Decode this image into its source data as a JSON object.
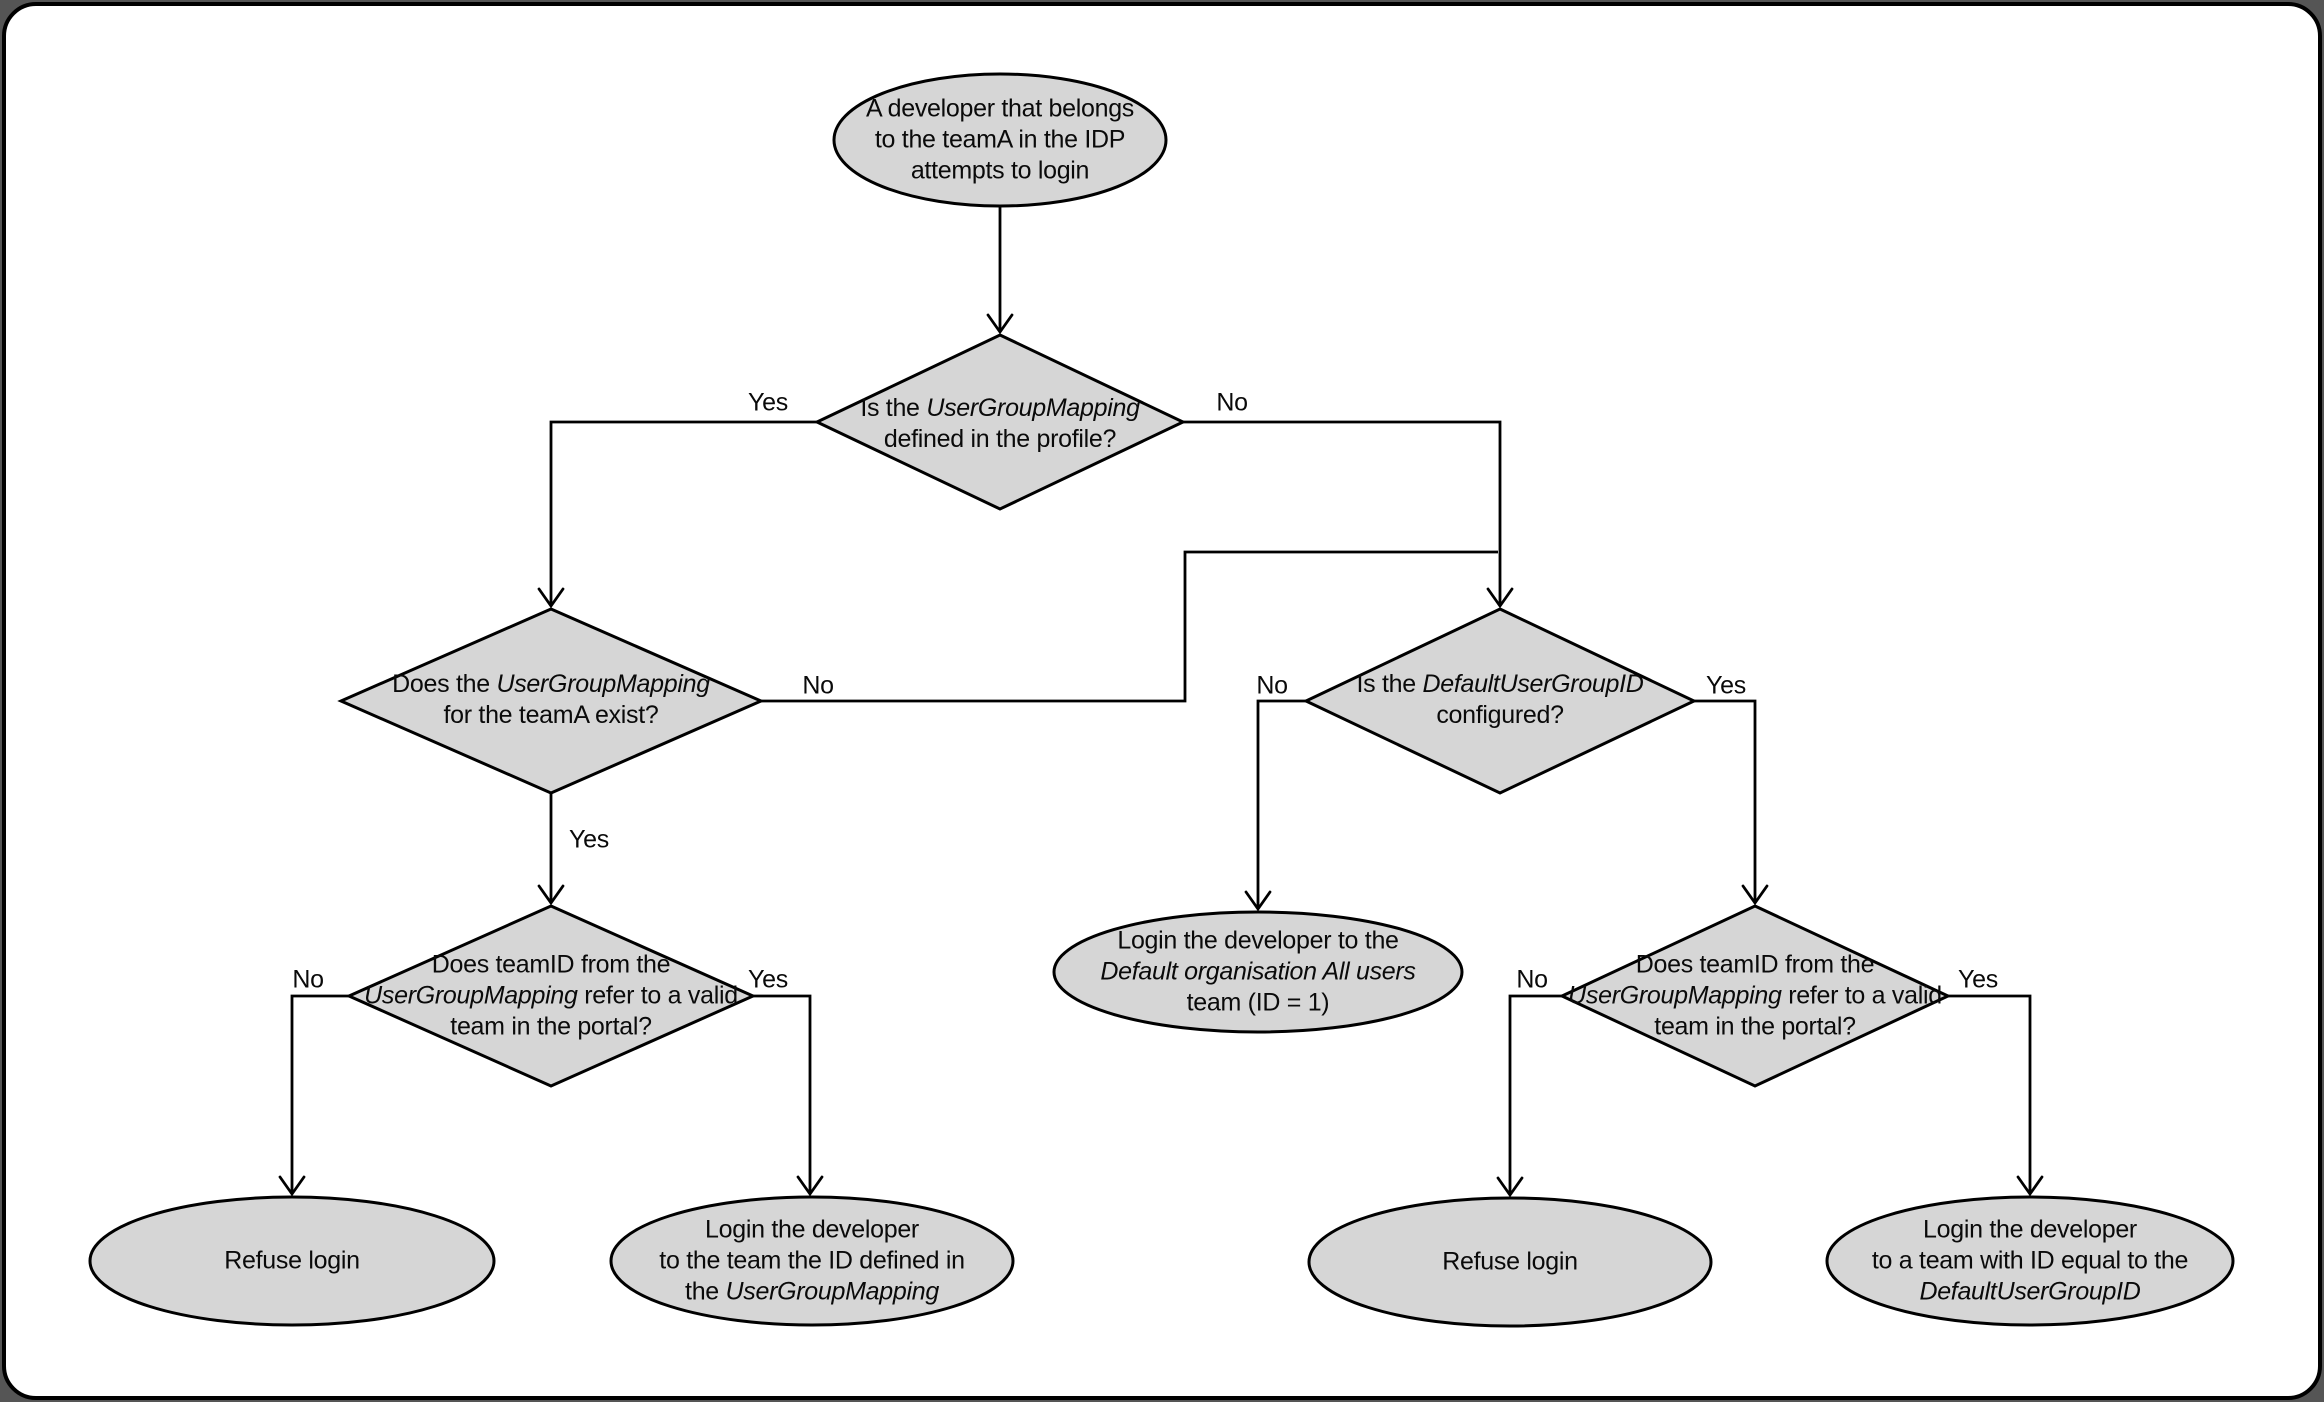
{
  "theme": {
    "page_background": "#555555",
    "canvas_background": "#ffffff",
    "border_color": "#000000",
    "node_fill": "#d6d6d6",
    "line_color": "#000000",
    "text_color": "#0a0a0a"
  },
  "nodes": {
    "start": {
      "l1": "A developer that belongs",
      "l2": "to the teamA in the IDP",
      "l3": "attempts to login"
    },
    "d1": {
      "l1a": "Is the ",
      "l1b": "UserGroupMapping",
      "l2": "defined in the profile?"
    },
    "d2": {
      "l1a": "Does the ",
      "l1b": "UserGroupMapping",
      "l2": "for the teamA exist?"
    },
    "d3": {
      "l1a": "Is the ",
      "l1b": "DefaultUserGroupID",
      "l2": "configured?"
    },
    "d4": {
      "l1": "Does teamID from the",
      "l2a": "UserGroupMapping",
      "l2b": " refer to a valid",
      "l3": "team in the portal?"
    },
    "d5": {
      "l1": "Does teamID from the",
      "l2a": "UserGroupMapping",
      "l2b": " refer to a valid",
      "l3": "team in the portal?"
    },
    "e1": {
      "l1": "Refuse login"
    },
    "e2": {
      "l1": "Login the developer",
      "l2": "to the team the ID defined in",
      "l3a": "the ",
      "l3b": "UserGroupMapping"
    },
    "e3": {
      "l1": "Login the developer to the",
      "l2": "Default organisation All users",
      "l3": "team (ID = 1)"
    },
    "e4": {
      "l1": "Refuse login"
    },
    "e5": {
      "l1": "Login the developer",
      "l2": "to a team with ID equal to the",
      "l3": "DefaultUserGroupID"
    }
  },
  "labels": {
    "d1_yes": "Yes",
    "d1_no": "No",
    "d2_no": "No",
    "d2_yes": "Yes",
    "d3_no": "No",
    "d3_yes": "Yes",
    "d4_no": "No",
    "d4_yes": "Yes",
    "d5_no": "No",
    "d5_yes": "Yes"
  }
}
